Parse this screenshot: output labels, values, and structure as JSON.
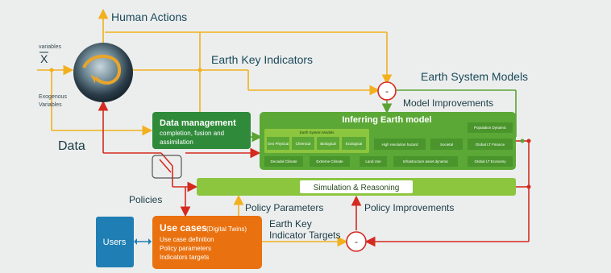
{
  "colors": {
    "yellow_line": "#f2b01e",
    "red_line": "#d42a1f",
    "green_line": "#5aa333",
    "dark_green": "#2f8a3a",
    "panel_green": "#5ca836",
    "light_green": "#8cc63f",
    "orange": "#e9710f",
    "blue": "#1f7fb4"
  },
  "labels": {
    "human_actions": "Human Actions",
    "earth_key_indicators": "Earth Key Indicators",
    "earth_system_models": "Earth System Models",
    "model_improvements": "Model Improvements",
    "data": "Data",
    "policies": "Policies",
    "policy_parameters": "Policy Parameters",
    "policy_improvements": "Policy Improvements",
    "earth_key_indicator_targets_1": "Earth Key",
    "earth_key_indicator_targets_2": "Indicator Targets",
    "variables": "variables",
    "x_symbol": "X",
    "exogenous_1": "Exogenous",
    "exogenous_2": "Variables",
    "minus_top": "-",
    "minus_bottom": "-"
  },
  "data_management": {
    "title": "Data management",
    "line1": "completion, fusion and",
    "line2": "assimilation"
  },
  "inferring": {
    "title": "Inferring Earth model",
    "esm_label": "Earth System Models",
    "inner_boxes": [
      "Geo Physical",
      "Chemical",
      "Biological",
      "Ecological"
    ],
    "row1_right": [
      "High resolution hazard",
      "Societal",
      "Global LT Finance"
    ],
    "population": "Population Dynamic",
    "row2": [
      "Decadal Climate",
      "Extreme Climate",
      "Land Use",
      "Infrastructure asset dynamic",
      "Global LT Economy"
    ]
  },
  "simulation": {
    "label": "Simulation & Reasoning"
  },
  "use_cases": {
    "title": "Use cases",
    "subtitle": "(Digital Twins)",
    "lines": [
      "Use case definition",
      "Policy parameters",
      "Indicators targets"
    ]
  },
  "users": {
    "label": "Users"
  }
}
